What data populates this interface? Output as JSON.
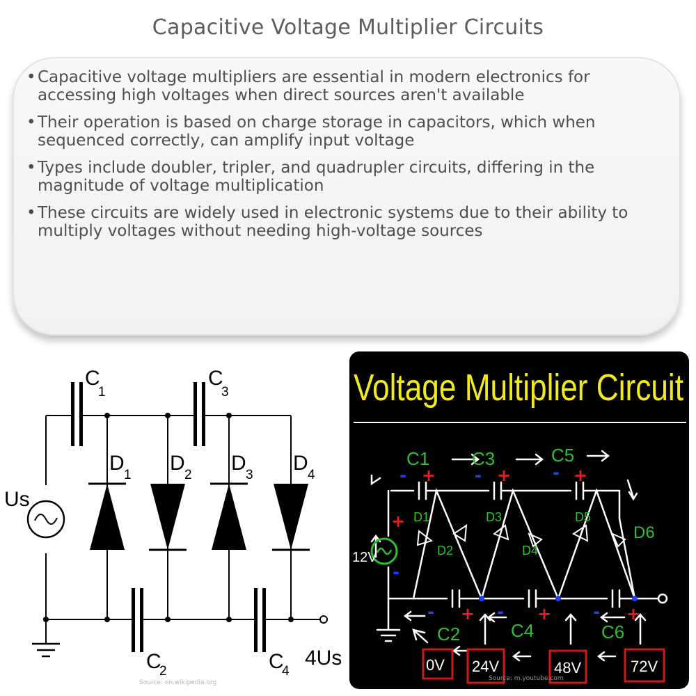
{
  "title": "Capacitive Voltage Multiplier Circuits",
  "bullets": [
    "Capacitive voltage multipliers are essential in modern electronics for accessing high voltages when direct sources aren't available",
    "Their operation is based on charge storage in capacitors, which when sequenced correctly, can amplify input voltage",
    "Types include doubler, tripler, and quadrupler circuits, differing in the magnitude of voltage multiplication",
    "These circuits are widely used in electronic systems due to their ability to multiply voltages without needing high-voltage sources"
  ],
  "left_diagram": {
    "source_label": "Source: en.wikipedia.org",
    "input_label": "Us",
    "output_label": "4Us",
    "capacitors": {
      "c1": "C",
      "c1_sub": "1",
      "c2": "C",
      "c2_sub": "2",
      "c3": "C",
      "c3_sub": "3",
      "c4": "C",
      "c4_sub": "4"
    },
    "diodes": {
      "d1": "D",
      "d1_sub": "1",
      "d2": "D",
      "d2_sub": "2",
      "d3": "D",
      "d3_sub": "3",
      "d4": "D",
      "d4_sub": "4"
    }
  },
  "right_diagram": {
    "heading": "Voltage Multiplier Circuit",
    "source_label": "Source: m.youtube.com",
    "supply_label": "12V",
    "capacitors_top": [
      "C1",
      "C3",
      "C5"
    ],
    "capacitors_bottom": [
      "C2",
      "C4",
      "C6"
    ],
    "diodes": [
      "D1",
      "D2",
      "D3",
      "D4",
      "D5",
      "D6"
    ],
    "voltages": [
      "0V",
      "24V",
      "48V",
      "72V"
    ],
    "colors": {
      "heading": "#f2ea1a",
      "labels": "#2ec02e",
      "plus": "#e02020",
      "minus": "#2040ff",
      "boxes": "#d01818"
    }
  }
}
